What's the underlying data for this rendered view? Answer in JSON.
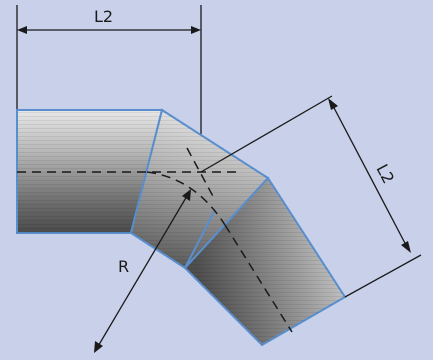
{
  "figure": {
    "background": "#c9d1ea",
    "outline_color": "#5a8fcf",
    "line_color": "#1a1a1a",
    "labels": {
      "length_top": "L2",
      "length_right": "L2",
      "radius": "R"
    }
  }
}
